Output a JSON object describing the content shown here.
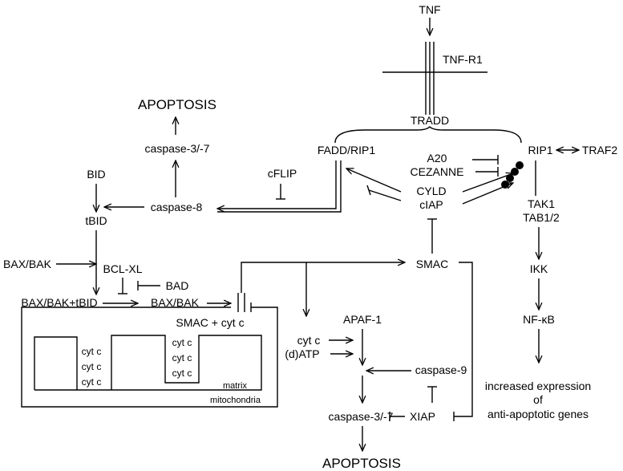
{
  "nodes": {
    "tnf": "TNF",
    "tnf_r1": "TNF-R1",
    "tradd": "TRADD",
    "apoptosis_top": "APOPTOSIS",
    "caspase37_top": "caspase-3/-7",
    "fadd_rip1": "FADD/RIP1",
    "a20": "A20",
    "cezanne": "CEZANNE",
    "cyld": "CYLD",
    "ciap": "cIAP",
    "rip1": "RIP1",
    "traf2": "TRAF2",
    "cflip": "cFLIP",
    "bid": "BID",
    "caspase8": "caspase-8",
    "tbid": "tBID",
    "tak1": "TAK1",
    "tab12": "TAB1/2",
    "bax_bak_left": "BAX/BAK",
    "bcl_xl": "BCL-XL",
    "smac": "SMAC",
    "ikk": "IKK",
    "bad": "BAD",
    "bax_bak_tbid": "BAX/BAK+tBID",
    "bax_bak_mid": "BAX/BAK",
    "apaf1": "APAF-1",
    "nfkb": "NF-κB",
    "smac_cytc": "SMAC + cyt c",
    "cytc_mid": "cyt c",
    "datp": "(d)ATP",
    "caspase9": "caspase-9",
    "increased": "increased expression",
    "of": "of",
    "anti_apoptotic": "anti-apoptotic genes",
    "matrix": "matrix",
    "mitochondria": "mitochondria",
    "caspase37_bottom": "caspase-3/-7",
    "xiap": "XIAP",
    "apoptosis_bottom": "APOPTOSIS",
    "cytc_labels": [
      "cyt c",
      "cyt c",
      "cyt c",
      "cyt c",
      "cyt c",
      "cyt c"
    ]
  }
}
